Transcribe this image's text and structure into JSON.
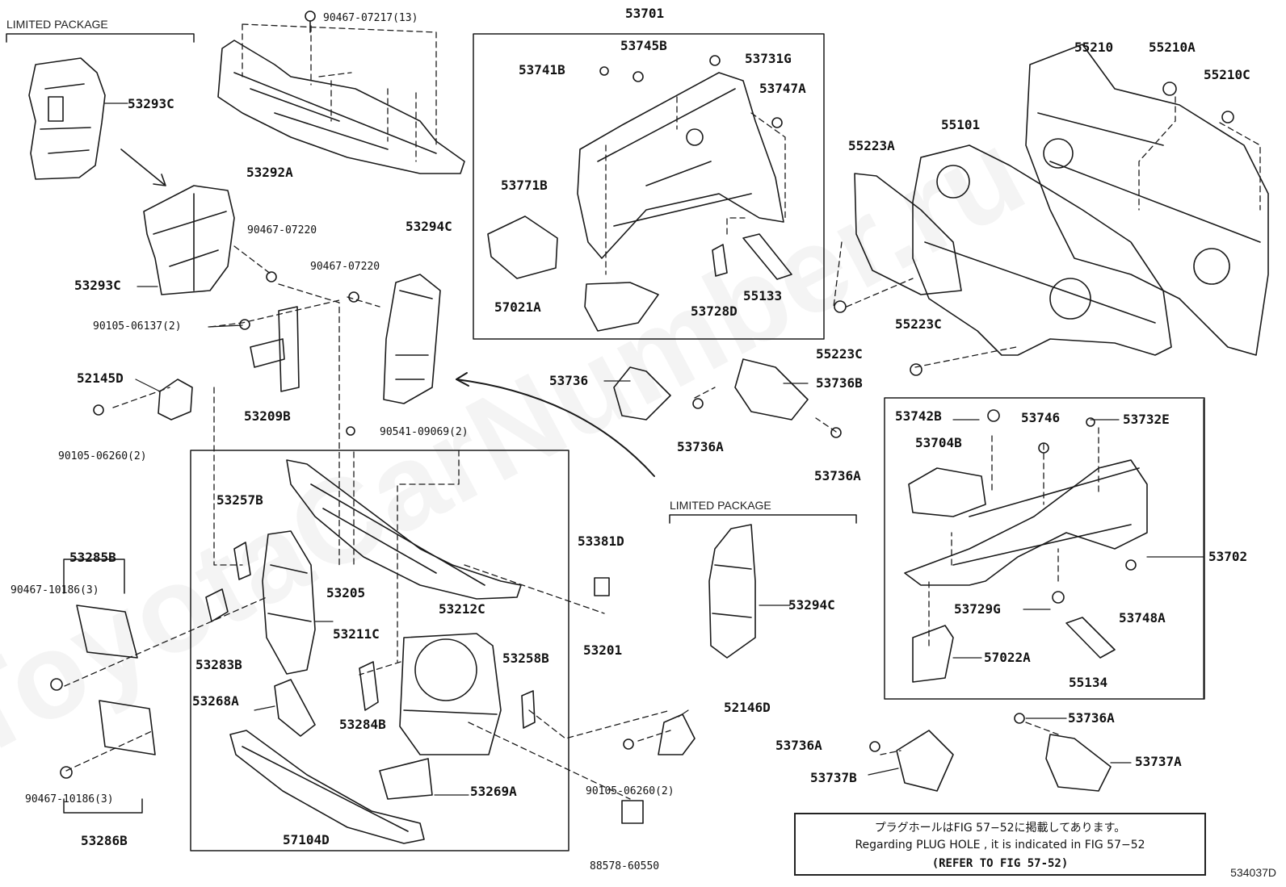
{
  "watermark": "ToyotaCarNumber.ru",
  "sheet_number": "534037D",
  "group_labels": {
    "limited_package_top": "LIMITED PACKAGE",
    "limited_package_mid": "LIMITED PACKAGE"
  },
  "note": {
    "line1": "プラグホールはFIG 57−52に掲載してあります。",
    "line2": "Regarding PLUG HOLE , it is indicated in FIG 57−52",
    "line3": "(REFER TO FIG 57-52)"
  },
  "parts": {
    "p53293c_a": "53293C",
    "p53293c_b": "53293C",
    "p90467_07217": "90467-07217(13)",
    "p53292a": "53292A",
    "p90467_07220_a": "90467-07220",
    "p90467_07220_b": "90467-07220",
    "p53294c_a": "53294C",
    "p90105_06137": "90105-06137(2)",
    "p52145d": "52145D",
    "p53209b": "53209B",
    "p90105_06260_a": "90105-06260(2)",
    "p90541_09069": "90541-09069(2)",
    "p53257b": "53257B",
    "p53285b": "53285B",
    "p90467_10186_a": "90467-10186(3)",
    "p53205": "53205",
    "p53211c": "53211C",
    "p53283b": "53283B",
    "p53212c": "53212C",
    "p53381d": "53381D",
    "p53201": "53201",
    "p53258b": "53258B",
    "p53268a": "53268A",
    "p53284b": "53284B",
    "p53269a": "53269A",
    "p57104d": "57104D",
    "p90467_10186_b": "90467-10186(3)",
    "p53286b": "53286B",
    "p88578_60550": "88578-60550",
    "p90105_06260_b": "90105-06260(2)",
    "p52146d": "52146D",
    "p53701": "53701",
    "p53745b": "53745B",
    "p53741b": "53741B",
    "p53731g": "53731G",
    "p53747a": "53747A",
    "p53771b": "53771B",
    "p57021a": "57021A",
    "p53728d": "53728D",
    "p55133": "55133",
    "p53736": "53736",
    "p53736b": "53736B",
    "p53736a_a": "53736A",
    "p53736a_b": "53736A",
    "p53294c_b": "53294C",
    "p55210": "55210",
    "p55210a": "55210A",
    "p55210c": "55210C",
    "p55101": "55101",
    "p55223a": "55223A",
    "p55223c_a": "55223C",
    "p55223c_b": "55223C",
    "p53742b": "53742B",
    "p53746": "53746",
    "p53732e": "53732E",
    "p53704b": "53704B",
    "p53702": "53702",
    "p53729g": "53729G",
    "p53748a": "53748A",
    "p57022a": "57022A",
    "p55134": "55134",
    "p53736a_c": "53736A",
    "p53736a_d": "53736A",
    "p53737b": "53737B",
    "p53737a": "53737A"
  }
}
